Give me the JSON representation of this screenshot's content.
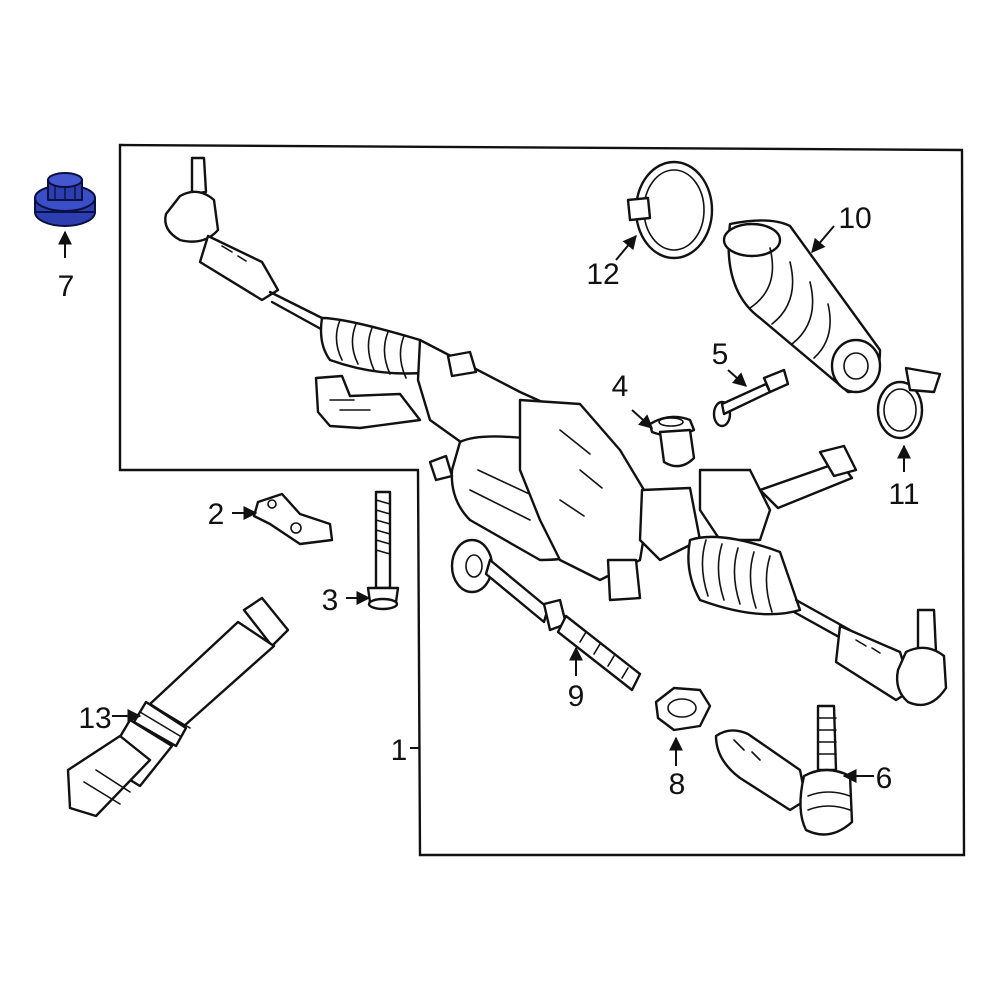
{
  "diagram": {
    "highlight_color": "#2D3FB0",
    "highlighted_part": "7",
    "callouts": {
      "c1": "1",
      "c2": "2",
      "c3": "3",
      "c4": "4",
      "c5": "5",
      "c6": "6",
      "c7": "7",
      "c8": "8",
      "c9": "9",
      "c10": "10",
      "c11": "11",
      "c12": "12",
      "c13": "13"
    }
  }
}
